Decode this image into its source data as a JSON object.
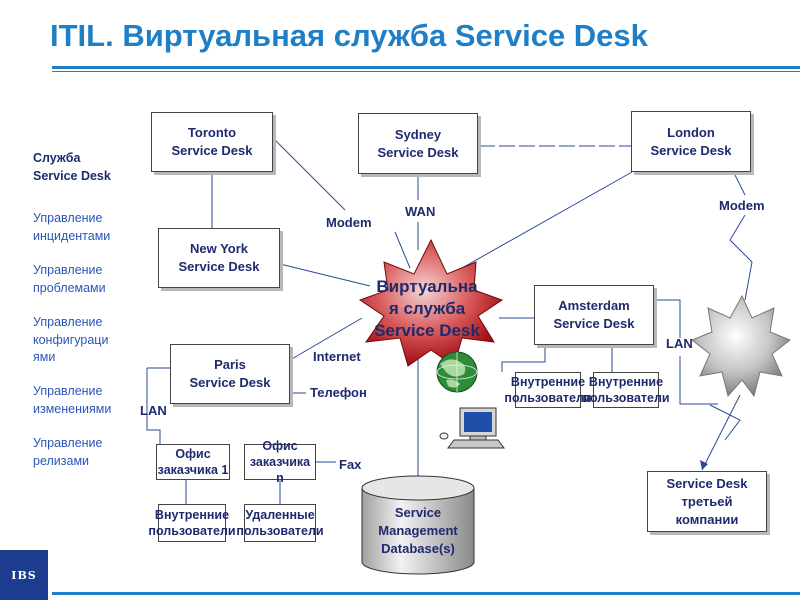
{
  "title": "ITIL. Виртуальная служба Service Desk",
  "sidebar": {
    "heading": "Служба\nService Desk",
    "items": [
      "Управление\nинцидентами",
      "Управление\nпроблемами",
      "Управление\nконфигураци\nями",
      "Управление\nизменениями",
      "Управление\nрелизами"
    ]
  },
  "nodes": {
    "toronto": "Toronto\nService Desk",
    "sydney": "Sydney\nService Desk",
    "london": "London\nService Desk",
    "new_york": "New York\nService Desk",
    "paris": "Paris\nService Desk",
    "amsterdam": "Amsterdam\nService Desk",
    "third_party": "Service Desk\nтретьей\nкомпании"
  },
  "center": "Виртуальна\nя служба\nService Desk",
  "database": "Service\nManagement\nDatabase(s)",
  "offices": {
    "office_1": "Офис\nзаказчика 1",
    "office_n": "Офис\nзаказчика n"
  },
  "users": {
    "internal": "Внутренние\nпользователи",
    "remote": "Удаленные\nпользователи"
  },
  "links": {
    "modem": "Modem",
    "wan": "WAN",
    "lan": "LAN",
    "internet": "Internet",
    "phone": "Телефон",
    "fax": "Fax"
  },
  "logo": "IBS",
  "colors": {
    "title_blue": "#1e7fc6",
    "text_navy": "#1f2a6e",
    "sidebar_blue": "#2a56b8",
    "cloud_red": "#b01018",
    "cloud_grey": "#9a9a9a"
  }
}
